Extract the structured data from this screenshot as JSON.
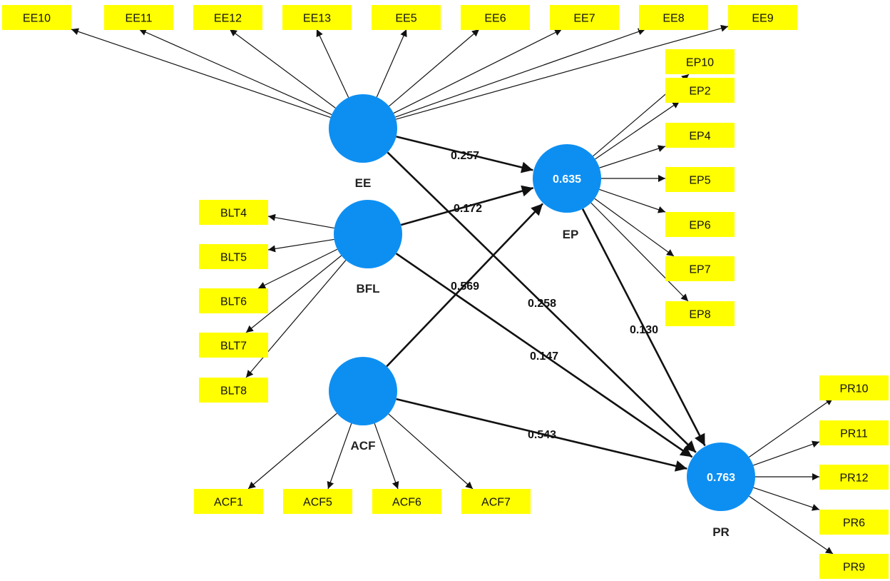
{
  "latents": [
    {
      "id": "EE",
      "label": "EE",
      "r2": ""
    },
    {
      "id": "BFL",
      "label": "BFL",
      "r2": ""
    },
    {
      "id": "ACF",
      "label": "ACF",
      "r2": ""
    },
    {
      "id": "EP",
      "label": "EP",
      "r2": "0.635"
    },
    {
      "id": "PR",
      "label": "PR",
      "r2": "0.763"
    }
  ],
  "indicators": {
    "EE": [
      "EE10",
      "EE11",
      "EE12",
      "EE13",
      "EE5",
      "EE6",
      "EE7",
      "EE8",
      "EE9"
    ],
    "BFL": [
      "BLT4",
      "BLT5",
      "BLT6",
      "BLT7",
      "BLT8"
    ],
    "ACF": [
      "ACF1",
      "ACF5",
      "ACF6",
      "ACF7"
    ],
    "EP": [
      "EP10",
      "EP2",
      "EP4",
      "EP5",
      "EP6",
      "EP7",
      "EP8"
    ],
    "PR": [
      "PR10",
      "PR11",
      "PR12",
      "PR6",
      "PR9"
    ]
  },
  "paths": [
    {
      "from": "EE",
      "to": "EP",
      "coef": "0.257"
    },
    {
      "from": "BFL",
      "to": "EP",
      "coef": "0.172"
    },
    {
      "from": "ACF",
      "to": "EP",
      "coef": "0.569"
    },
    {
      "from": "EE",
      "to": "PR",
      "coef": "0.258"
    },
    {
      "from": "BFL",
      "to": "PR",
      "coef": "0.147"
    },
    {
      "from": "EP",
      "to": "PR",
      "coef": "0.130"
    },
    {
      "from": "ACF",
      "to": "PR",
      "coef": "0.543"
    }
  ],
  "colors": {
    "latent": "#0d8ff2",
    "indicator": "#ffff00",
    "line": "#111111"
  }
}
